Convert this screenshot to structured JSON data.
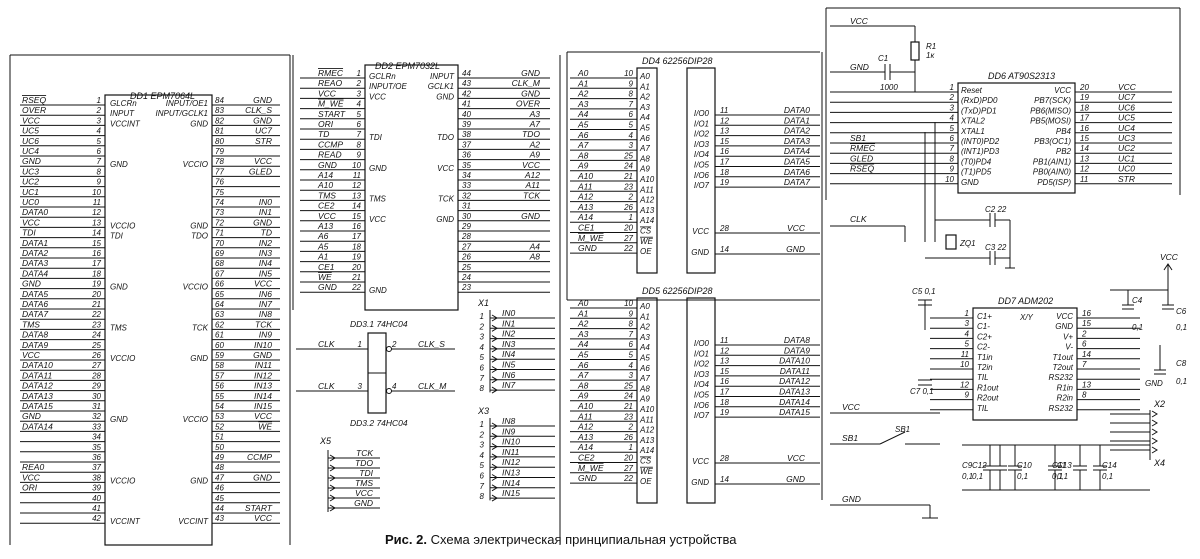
{
  "caption": {
    "label": "Рис. 2.",
    "text": "Схема электрическая принципиальная устройства"
  },
  "power": {
    "vcc": "VCC",
    "gnd": "GND"
  },
  "dd1": {
    "title": "DD1 EPM7064L",
    "left_pins": [
      [
        "RSEQ",
        "1",
        "GLCRn"
      ],
      [
        "OVER",
        "2",
        "INPUT"
      ],
      [
        "VCC",
        "3",
        "VCCINT"
      ],
      [
        "UC5",
        "4",
        ""
      ],
      [
        "UC6",
        "5",
        ""
      ],
      [
        "UC4",
        "6",
        ""
      ],
      [
        "GND",
        "7",
        "GND"
      ],
      [
        "UC3",
        "8",
        ""
      ],
      [
        "UC2",
        "9",
        ""
      ],
      [
        "UC1",
        "10",
        ""
      ],
      [
        "UC0",
        "11",
        ""
      ],
      [
        "DATA0",
        "12",
        ""
      ],
      [
        "VCC",
        "13",
        "VCCIO"
      ],
      [
        "TDI",
        "14",
        "TDI"
      ],
      [
        "DATA1",
        "15",
        ""
      ],
      [
        "DATA2",
        "16",
        ""
      ],
      [
        "DATA3",
        "17",
        ""
      ],
      [
        "DATA4",
        "18",
        ""
      ],
      [
        "GND",
        "19",
        "GND"
      ],
      [
        "DATA5",
        "20",
        ""
      ],
      [
        "DATA6",
        "21",
        ""
      ],
      [
        "DATA7",
        "22",
        ""
      ],
      [
        "TMS",
        "23",
        "TMS"
      ],
      [
        "DATA8",
        "24",
        ""
      ],
      [
        "DATA9",
        "25",
        ""
      ],
      [
        "VCC",
        "26",
        "VCCIO"
      ],
      [
        "DATA10",
        "27",
        ""
      ],
      [
        "DATA11",
        "28",
        ""
      ],
      [
        "DATA12",
        "29",
        ""
      ],
      [
        "DATA13",
        "30",
        ""
      ],
      [
        "DATA15",
        "31",
        ""
      ],
      [
        "GND",
        "32",
        "GND"
      ],
      [
        "DATA14",
        "33",
        ""
      ],
      [
        "",
        "34",
        ""
      ],
      [
        "",
        "35",
        ""
      ],
      [
        "",
        "36",
        ""
      ],
      [
        "REA0",
        "37",
        ""
      ],
      [
        "VCC",
        "38",
        "VCCIO"
      ],
      [
        "ORI",
        "39",
        ""
      ],
      [
        "",
        "40",
        ""
      ],
      [
        "",
        "41",
        ""
      ],
      [
        "",
        "42",
        "VCCINT"
      ]
    ],
    "right_pins": [
      [
        "84",
        "INPUT/OE1",
        "GND"
      ],
      [
        "83",
        "INPUT/GCLK1",
        "CLK_S"
      ],
      [
        "82",
        "GND",
        "GND"
      ],
      [
        "81",
        "",
        "UC7"
      ],
      [
        "80",
        "",
        "STR"
      ],
      [
        "79",
        "",
        ""
      ],
      [
        "78",
        "VCCIO",
        "VCC"
      ],
      [
        "77",
        "",
        "GLED"
      ],
      [
        "76",
        "",
        ""
      ],
      [
        "75",
        "",
        ""
      ],
      [
        "74",
        "",
        "IN0"
      ],
      [
        "73",
        "",
        "IN1"
      ],
      [
        "72",
        "GND",
        "GND"
      ],
      [
        "71",
        "TDO",
        "TD"
      ],
      [
        "70",
        "",
        "IN2"
      ],
      [
        "69",
        "",
        "IN3"
      ],
      [
        "68",
        "",
        "IN4"
      ],
      [
        "67",
        "",
        "IN5"
      ],
      [
        "66",
        "VCCIO",
        "VCC"
      ],
      [
        "65",
        "",
        "IN6"
      ],
      [
        "64",
        "",
        "IN7"
      ],
      [
        "63",
        "",
        "IN8"
      ],
      [
        "62",
        "TCK",
        "TCK"
      ],
      [
        "61",
        "",
        "IN9"
      ],
      [
        "60",
        "",
        "IN10"
      ],
      [
        "59",
        "GND",
        "GND"
      ],
      [
        "58",
        "",
        "IN11"
      ],
      [
        "57",
        "",
        "IN12"
      ],
      [
        "56",
        "",
        "IN13"
      ],
      [
        "55",
        "",
        "IN14"
      ],
      [
        "54",
        "",
        "IN15"
      ],
      [
        "53",
        "VCCIO",
        "VCC"
      ],
      [
        "52",
        "",
        "WE"
      ],
      [
        "51",
        "",
        ""
      ],
      [
        "50",
        "",
        ""
      ],
      [
        "49",
        "",
        "CCMP"
      ],
      [
        "48",
        "",
        ""
      ],
      [
        "47",
        "GND",
        "GND"
      ],
      [
        "46",
        "",
        ""
      ],
      [
        "45",
        "",
        ""
      ],
      [
        "44",
        "",
        "START"
      ],
      [
        "43",
        "VCCINT",
        "VCC"
      ]
    ]
  },
  "dd2": {
    "title": "DD2 EPM7032L",
    "left_pins": [
      [
        "RMEC",
        "1",
        "GCLRn"
      ],
      [
        "REAO",
        "2",
        "INPUT/OE"
      ],
      [
        "VCC",
        "3",
        "VCC"
      ],
      [
        "M_WE",
        "4",
        ""
      ],
      [
        "START",
        "5",
        ""
      ],
      [
        "ORI",
        "6",
        ""
      ],
      [
        "TD",
        "7",
        "TDI"
      ],
      [
        "CCMP",
        "8",
        ""
      ],
      [
        "READ",
        "9",
        ""
      ],
      [
        "GND",
        "10",
        "GND"
      ],
      [
        "A14",
        "11",
        ""
      ],
      [
        "A10",
        "12",
        ""
      ],
      [
        "TMS",
        "13",
        "TMS"
      ],
      [
        "CE2",
        "14",
        ""
      ],
      [
        "VCC",
        "15",
        "VCC"
      ],
      [
        "A13",
        "16",
        ""
      ],
      [
        "A6",
        "17",
        ""
      ],
      [
        "A5",
        "18",
        ""
      ],
      [
        "A1",
        "19",
        ""
      ],
      [
        "CE1",
        "20",
        ""
      ],
      [
        "WE",
        "21",
        ""
      ],
      [
        "GND",
        "22",
        "GND"
      ]
    ],
    "right_pins": [
      [
        "44",
        "INPUT",
        "GND"
      ],
      [
        "43",
        "GCLK1",
        "CLK_M"
      ],
      [
        "42",
        "GND",
        "GND"
      ],
      [
        "41",
        "",
        "OVER"
      ],
      [
        "40",
        "",
        "A3"
      ],
      [
        "39",
        "",
        "A7"
      ],
      [
        "38",
        "TDO",
        "TDO"
      ],
      [
        "37",
        "",
        "A2"
      ],
      [
        "36",
        "",
        "A9"
      ],
      [
        "35",
        "VCC",
        "VCC"
      ],
      [
        "34",
        "",
        "A12"
      ],
      [
        "33",
        "",
        "A11"
      ],
      [
        "32",
        "TCK",
        "TCK"
      ],
      [
        "31",
        "",
        ""
      ],
      [
        "30",
        "GND",
        "GND"
      ],
      [
        "29",
        "",
        ""
      ],
      [
        "28",
        "",
        ""
      ],
      [
        "27",
        "",
        "A4"
      ],
      [
        "26",
        "",
        "A8"
      ],
      [
        "25",
        "",
        ""
      ],
      [
        "24",
        "",
        ""
      ],
      [
        "23",
        "",
        ""
      ]
    ]
  },
  "dd3": {
    "title1": "DD3.1 74HC04",
    "title2": "DD3.2 74HC04",
    "in1": "CLK",
    "pin1": "1",
    "out1": "CLK_S",
    "pin2": "2",
    "in2": "CLK",
    "pin3": "3",
    "out2": "CLK_M",
    "pin4": "4"
  },
  "dd4": {
    "title": "DD4 62256DIP28",
    "left_pins": [
      [
        "A0",
        "10",
        "A0"
      ],
      [
        "A1",
        "9",
        "A1"
      ],
      [
        "A2",
        "8",
        "A2"
      ],
      [
        "A3",
        "7",
        "A3"
      ],
      [
        "A4",
        "6",
        "A4"
      ],
      [
        "A5",
        "5",
        "A5"
      ],
      [
        "A6",
        "4",
        "A6"
      ],
      [
        "A7",
        "3",
        "A7"
      ],
      [
        "A8",
        "25",
        "A8"
      ],
      [
        "A9",
        "24",
        "A9"
      ],
      [
        "A10",
        "21",
        "A10"
      ],
      [
        "A11",
        "23",
        "A11"
      ],
      [
        "A12",
        "2",
        "A12"
      ],
      [
        "A13",
        "26",
        "A13"
      ],
      [
        "A14",
        "1",
        "A14"
      ],
      [
        "CE1",
        "20",
        "CS"
      ],
      [
        "M_WE",
        "27",
        "WE"
      ],
      [
        "GND",
        "22",
        "OE"
      ]
    ],
    "right_pins": [
      [
        "11",
        "I/O0",
        "DATA0"
      ],
      [
        "12",
        "I/O1",
        "DATA1"
      ],
      [
        "13",
        "I/O2",
        "DATA2"
      ],
      [
        "15",
        "I/O3",
        "DATA3"
      ],
      [
        "16",
        "I/O4",
        "DATA4"
      ],
      [
        "17",
        "I/O5",
        "DATA5"
      ],
      [
        "18",
        "I/O6",
        "DATA6"
      ],
      [
        "19",
        "I/O7",
        "DATA7"
      ]
    ],
    "vcc_pin": "28",
    "gnd_pin": "14"
  },
  "dd5": {
    "title": "DD5 62256DIP28",
    "left_pins": [
      [
        "A0",
        "10",
        "A0"
      ],
      [
        "A1",
        "9",
        "A1"
      ],
      [
        "A2",
        "8",
        "A2"
      ],
      [
        "A3",
        "7",
        "A3"
      ],
      [
        "A4",
        "6",
        "A4"
      ],
      [
        "A5",
        "5",
        "A5"
      ],
      [
        "A6",
        "4",
        "A6"
      ],
      [
        "A7",
        "3",
        "A7"
      ],
      [
        "A8",
        "25",
        "A8"
      ],
      [
        "A9",
        "24",
        "A9"
      ],
      [
        "A10",
        "21",
        "A10"
      ],
      [
        "A11",
        "23",
        "A11"
      ],
      [
        "A12",
        "2",
        "A12"
      ],
      [
        "A13",
        "26",
        "A13"
      ],
      [
        "A14",
        "1",
        "A14"
      ],
      [
        "CE2",
        "20",
        "CS"
      ],
      [
        "M_WE",
        "27",
        "WE"
      ],
      [
        "GND",
        "22",
        "OE"
      ]
    ],
    "right_pins": [
      [
        "11",
        "I/O0",
        "DATA8"
      ],
      [
        "12",
        "I/O1",
        "DATA9"
      ],
      [
        "13",
        "I/O2",
        "DATA10"
      ],
      [
        "15",
        "I/O3",
        "DATA11"
      ],
      [
        "16",
        "I/O4",
        "DATA12"
      ],
      [
        "17",
        "I/O5",
        "DATA13"
      ],
      [
        "18",
        "I/O6",
        "DATA14"
      ],
      [
        "19",
        "I/O7",
        "DATA15"
      ]
    ],
    "vcc_pin": "28",
    "gnd_pin": "14"
  },
  "dd6": {
    "title": "DD6 AT90S2313",
    "left_pins": [
      [
        "",
        "1",
        "Reset"
      ],
      [
        "",
        "2",
        "(RxD)PD0"
      ],
      [
        "",
        "3",
        "(TxD)PD1"
      ],
      [
        "",
        "4",
        "XTAL2"
      ],
      [
        "",
        "5",
        "XTAL1"
      ],
      [
        "SB1",
        "6",
        "(INT0)PD2"
      ],
      [
        "RMEC",
        "7",
        "(INT1)PD3"
      ],
      [
        "GLED",
        "8",
        "(T0)PD4"
      ],
      [
        "RSEQ",
        "9",
        "(T1)PD5"
      ],
      [
        "",
        "10",
        "GND"
      ]
    ],
    "right_pins": [
      [
        "20",
        "VCC",
        "VCC"
      ],
      [
        "19",
        "PB7(SCK)",
        "UC7"
      ],
      [
        "18",
        "PB6(MISO)",
        "UC6"
      ],
      [
        "17",
        "PB5(MOSI)",
        "UC5"
      ],
      [
        "16",
        "PB4",
        "UC4"
      ],
      [
        "15",
        "PB3(OC1)",
        "UC3"
      ],
      [
        "14",
        "PB2",
        "UC2"
      ],
      [
        "13",
        "PB1(AIN1)",
        "UC1"
      ],
      [
        "12",
        "PB0(AIN0)",
        "UC0"
      ],
      [
        "11",
        "PD5(ISP)",
        "STR"
      ]
    ]
  },
  "dd7": {
    "title": "DD7 ADM202",
    "left_pins": [
      [
        "1",
        "C1+"
      ],
      [
        "3",
        "C1-"
      ],
      [
        "4",
        "C2+"
      ],
      [
        "5",
        "C2-"
      ],
      [
        "11",
        "T1in"
      ],
      [
        "10",
        "T2in"
      ],
      [
        "",
        "TIL"
      ],
      [
        "12",
        "R1out"
      ],
      [
        "9",
        "R2out"
      ],
      [
        "",
        "TIL"
      ]
    ],
    "mid": "X/Y",
    "right_pins": [
      [
        "16",
        "VCC"
      ],
      [
        "15",
        "GND"
      ],
      [
        "2",
        "V+"
      ],
      [
        "6",
        "V-"
      ],
      [
        "14",
        "T1out"
      ],
      [
        "7",
        "T2out"
      ],
      [
        "",
        "RS232"
      ],
      [
        "13",
        "R1in"
      ],
      [
        "8",
        "R2in"
      ],
      [
        "",
        "RS232"
      ]
    ]
  },
  "x3": {
    "name": "X1",
    "labels": [
      "IN0",
      "IN1",
      "IN2",
      "IN3",
      "IN4",
      "IN5",
      "IN6",
      "IN7"
    ],
    "pins": [
      "1",
      "2",
      "3",
      "4",
      "5",
      "6",
      "7",
      "8"
    ]
  },
  "x4": {
    "name": "X3",
    "labels": [
      "IN8",
      "IN9",
      "IN10",
      "IN11",
      "IN12",
      "IN13",
      "IN14",
      "IN15"
    ],
    "pins": [
      "1",
      "2",
      "3",
      "4",
      "5",
      "6",
      "7",
      "8"
    ]
  },
  "x5": {
    "name": "X5",
    "labels": [
      "TCK",
      "TDO",
      "TDI",
      "TMS",
      "VCC",
      "GND"
    ]
  },
  "passives": {
    "c1": "C1",
    "c1v": "1000",
    "r1": "R1",
    "r1v": "1к",
    "c2": "C2 22",
    "c3": "C3 22",
    "zq1": "ZQ1",
    "c5": "C5 0,1",
    "c7": "C7 0,1",
    "c4": "C4",
    "c4v": "0,1",
    "c6": "C6",
    "c6v": "0,1",
    "c8": "C8",
    "c8v": "0,1",
    "c9": "C9",
    "c9v": "0,1",
    "c10": "C10",
    "c10v": "0,1",
    "c11": "C11",
    "c11v": "0,1",
    "c12": "C12",
    "c12v": "0,1",
    "c13": "C13",
    "c13v": "0,1",
    "c14": "C14",
    "c14v": "0,1",
    "sb1": "SB1",
    "x2": "X2",
    "x4c": "X4"
  },
  "nets": {
    "clk": "CLK",
    "sb1": "SB1",
    "vcc": "VCC",
    "gnd": "GND"
  }
}
